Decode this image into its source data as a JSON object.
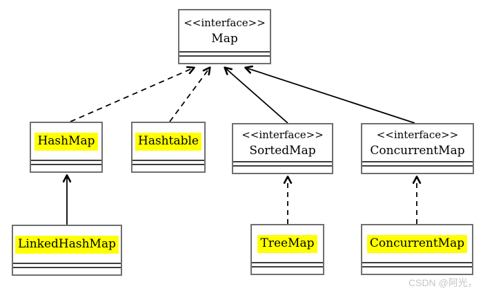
{
  "diagram": {
    "nodes": {
      "map": {
        "stereotype": "<<interface>>",
        "name": "Map",
        "highlighted": false
      },
      "hashmap": {
        "name": "HashMap",
        "highlighted": true
      },
      "hashtable": {
        "name": "Hashtable",
        "highlighted": true
      },
      "sortedmap": {
        "stereotype": "<<interface>>",
        "name": "SortedMap",
        "highlighted": false
      },
      "concurrentmap_if": {
        "stereotype": "<<interface>>",
        "name": "ConcurrentMap",
        "highlighted": false
      },
      "linkedhashmap": {
        "name": "LinkedHashMap",
        "highlighted": true
      },
      "treemap": {
        "name": "TreeMap",
        "highlighted": true
      },
      "concurrentmap": {
        "name": "ConcurrentMap",
        "highlighted": true
      }
    },
    "edges": [
      {
        "from": "HashMap",
        "to": "Map",
        "line": "dashed",
        "arrow": "open"
      },
      {
        "from": "Hashtable",
        "to": "Map",
        "line": "dashed",
        "arrow": "open"
      },
      {
        "from": "SortedMap",
        "to": "Map",
        "line": "solid",
        "arrow": "open"
      },
      {
        "from": "ConcurrentMap (interface)",
        "to": "Map",
        "line": "solid",
        "arrow": "open"
      },
      {
        "from": "LinkedHashMap",
        "to": "HashMap",
        "line": "solid",
        "arrow": "open"
      },
      {
        "from": "TreeMap",
        "to": "SortedMap",
        "line": "dashed",
        "arrow": "open"
      },
      {
        "from": "ConcurrentMap",
        "to": "ConcurrentMap (interface)",
        "line": "dashed",
        "arrow": "open"
      }
    ],
    "colors": {
      "highlight": "#ffff00",
      "box_border": "#6e6e6e",
      "divider": "#3c3c3c",
      "line": "#000000",
      "text": "#000000"
    }
  },
  "watermark": {
    "text": "CSDN @阿光，"
  }
}
